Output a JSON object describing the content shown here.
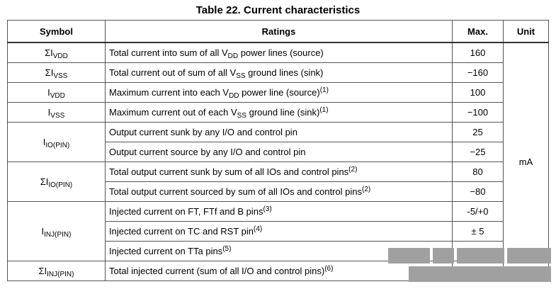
{
  "title": "Table 22. Current characteristics",
  "columns": {
    "symbol": "Symbol",
    "ratings": "Ratings",
    "max": "Max.",
    "unit": "Unit"
  },
  "unit": "mA",
  "rows": [
    {
      "sym": "ΣI",
      "sym_sub": "VDD",
      "rating": [
        {
          "t": "Total current into sum of all V"
        },
        {
          "sub": "DD"
        },
        {
          "t": " power lines (source)"
        }
      ],
      "max": "160"
    },
    {
      "sym": "ΣI",
      "sym_sub": "VSS",
      "rating": [
        {
          "t": "Total current out of sum of all V"
        },
        {
          "sub": "SS"
        },
        {
          "t": " ground lines (sink)"
        }
      ],
      "max": "−160"
    },
    {
      "sym": "I",
      "sym_sub": "VDD",
      "rating": [
        {
          "t": "Maximum current into each V"
        },
        {
          "sub": "DD"
        },
        {
          "t": " power line (source)"
        },
        {
          "sup": "(1)"
        }
      ],
      "max": "100"
    },
    {
      "sym": "I",
      "sym_sub": "VSS",
      "rating": [
        {
          "t": "Maximum current out of each V"
        },
        {
          "sub": "SS"
        },
        {
          "t": " ground line (sink)"
        },
        {
          "sup": "(1)"
        }
      ],
      "max": "−100"
    },
    {
      "sym": "I",
      "sym_sub": "IO(PIN)",
      "rating": [
        {
          "t": "Output current sunk by any I/O and control pin"
        }
      ],
      "max": "25"
    },
    {
      "rating": [
        {
          "t": "Output current source by any I/O and control pin"
        }
      ],
      "max": "−25"
    },
    {
      "sym": "ΣI",
      "sym_sub": "IO(PIN)",
      "rating": [
        {
          "t": "Total output current sunk by sum of all IOs and control pins"
        },
        {
          "sup": "(2)"
        }
      ],
      "max": "80"
    },
    {
      "rating": [
        {
          "t": "Total output current sourced by sum of all IOs and control pins"
        },
        {
          "sup": "(2)"
        }
      ],
      "max": "−80"
    },
    {
      "sym": "I",
      "sym_sub": "INJ(PIN)",
      "rating": [
        {
          "t": "Injected current on FT, FTf and B pins"
        },
        {
          "sup": "(3)"
        }
      ],
      "max": "-5/+0"
    },
    {
      "rating": [
        {
          "t": "Injected current on TC and RST pin"
        },
        {
          "sup": "(4)"
        }
      ],
      "max": "± 5"
    },
    {
      "rating": [
        {
          "t": "Injected current on TTa pins"
        },
        {
          "sup": "(5)"
        }
      ],
      "max": ""
    },
    {
      "sym": "ΣI",
      "sym_sub": "INJ(PIN)",
      "rating": [
        {
          "t": "Total injected current (sum of all I/O and control pins)"
        },
        {
          "sup": "(6)"
        }
      ],
      "max": ""
    }
  ]
}
